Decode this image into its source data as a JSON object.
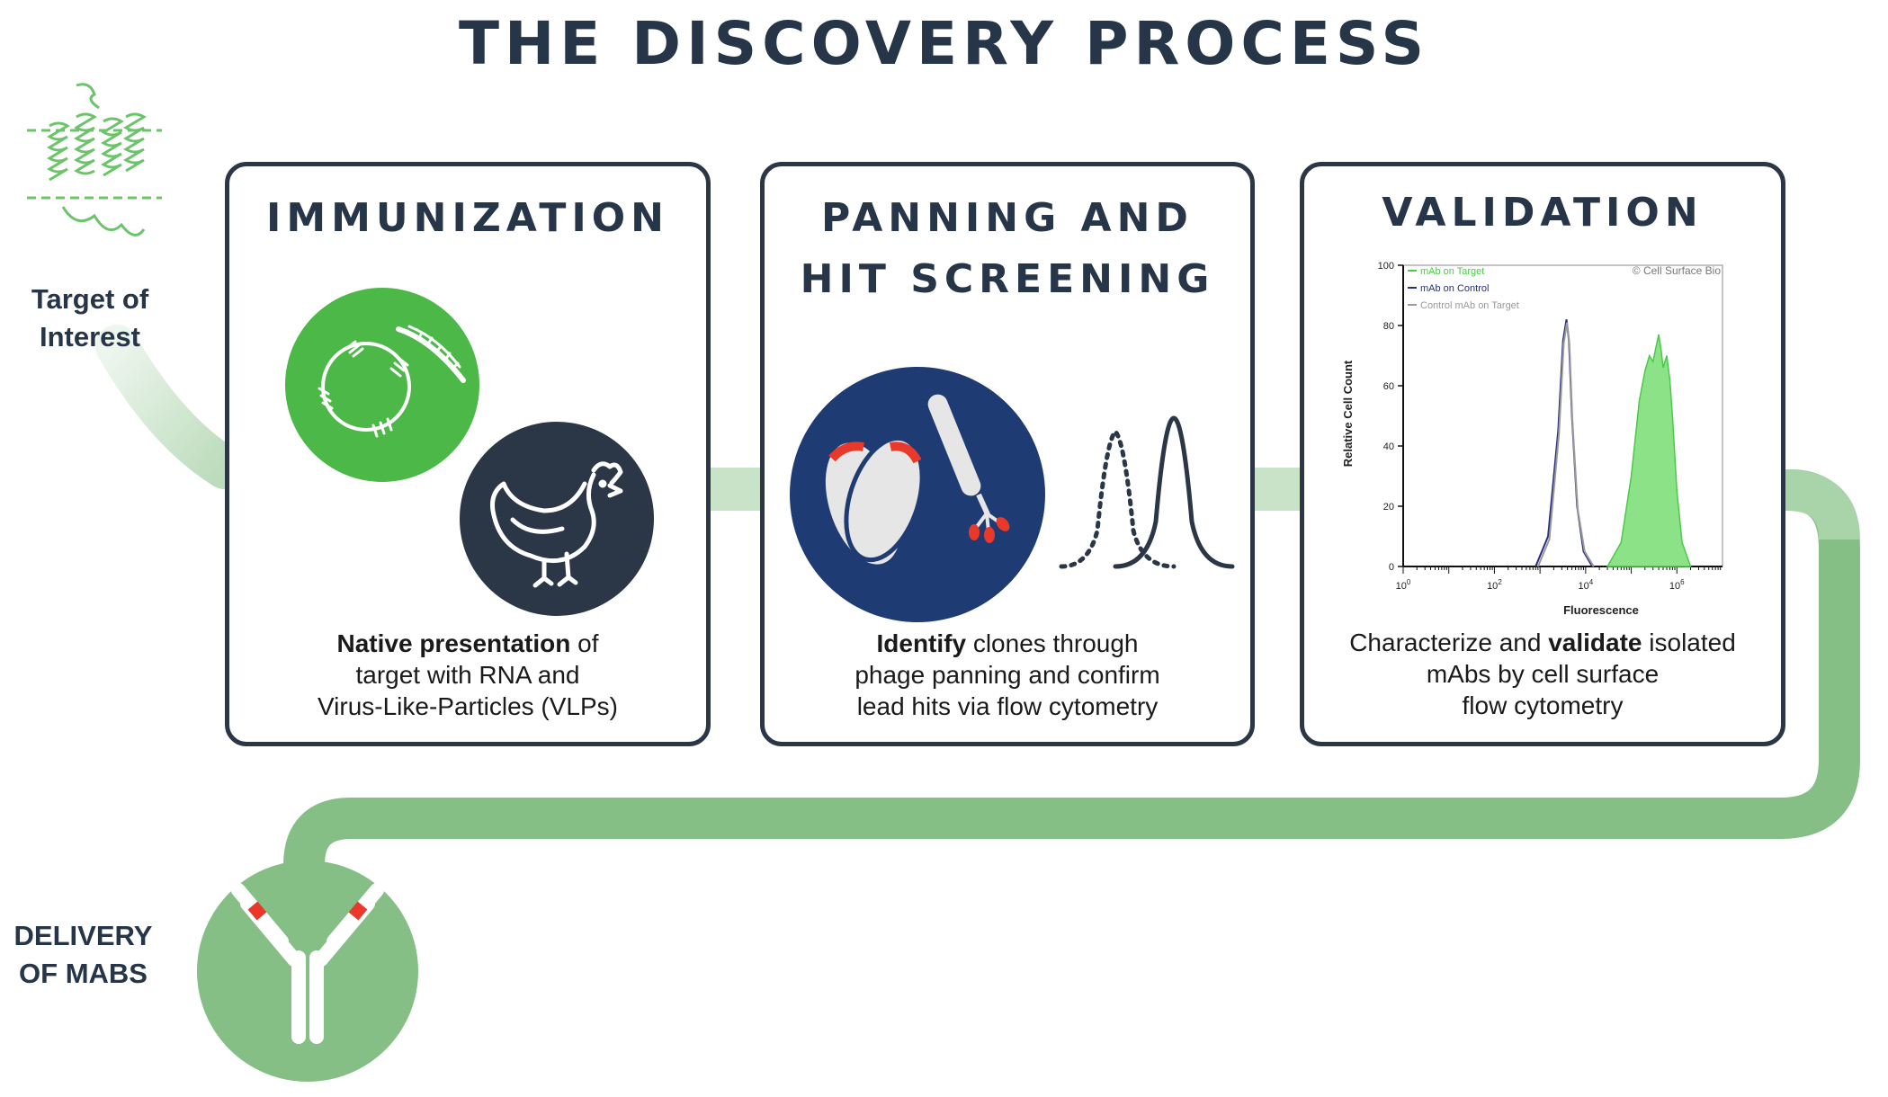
{
  "title": "THE DISCOVERY PROCESS",
  "start": {
    "label_line1": "Target of",
    "label_line2": "Interest"
  },
  "end": {
    "label_line1": "DELIVERY",
    "label_line2": "OF MABS"
  },
  "steps": [
    {
      "title": "IMMUNIZATION",
      "desc_bold": "Native presentation",
      "desc_rest1": " of",
      "desc_line2": "target with RNA and",
      "desc_line3": "Virus-Like-Particles (VLPs)"
    },
    {
      "title_line1": "PANNING AND",
      "title_line2": "HIT SCREENING",
      "desc_bold": "Identify",
      "desc_rest1": " clones through",
      "desc_line2": "phage panning and confirm",
      "desc_line3": "lead hits via flow cytometry"
    },
    {
      "title": "VALIDATION",
      "desc_pre": "Characterize and ",
      "desc_bold": "validate",
      "desc_rest1": " isolated",
      "desc_line2": "mAbs by cell surface",
      "desc_line3": "flow cytometry"
    }
  ],
  "colors": {
    "dark": "#2b3646",
    "green": "#4cb848",
    "path_green": "#86bf86",
    "navy": "#1f3b73",
    "red": "#e8392a"
  },
  "chart_data": {
    "type": "area",
    "xlabel": "Fluorescence",
    "ylabel": "Relative Cell Count",
    "x_scale": "log",
    "xlim": [
      1,
      10000000
    ],
    "ylim": [
      0,
      100
    ],
    "x_ticks": [
      "0",
      "2",
      "4",
      "6"
    ],
    "y_ticks": [
      "0",
      "20",
      "40",
      "60",
      "80",
      "100"
    ],
    "copyright": "© Cell Surface Bio",
    "legend_position": "top-left",
    "series": [
      {
        "name": "mAb on Target",
        "color": "#4cc94a",
        "filled": true,
        "x": [
          30000,
          60000,
          100000,
          150000,
          200000,
          250000,
          300000,
          350000,
          400000,
          450000,
          500000,
          600000,
          700000,
          800000,
          1000000,
          1300000,
          2000000
        ],
        "y": [
          0,
          8,
          30,
          55,
          65,
          70,
          68,
          73,
          77,
          72,
          66,
          70,
          62,
          50,
          25,
          8,
          0
        ]
      },
      {
        "name": "mAb on Control",
        "color": "#2a2f7a",
        "filled": false,
        "x": [
          800,
          1500,
          2500,
          3200,
          3800,
          4300,
          5000,
          6500,
          9000,
          14000
        ],
        "y": [
          0,
          10,
          45,
          75,
          82,
          75,
          50,
          20,
          5,
          0
        ]
      },
      {
        "name": "Control mAb on Target",
        "color": "#9a9a9a",
        "filled": false,
        "x": [
          900,
          1600,
          2600,
          3300,
          3900,
          4400,
          5100,
          6700,
          9500,
          15000
        ],
        "y": [
          0,
          9,
          44,
          74,
          81,
          74,
          49,
          19,
          5,
          0
        ]
      }
    ]
  }
}
